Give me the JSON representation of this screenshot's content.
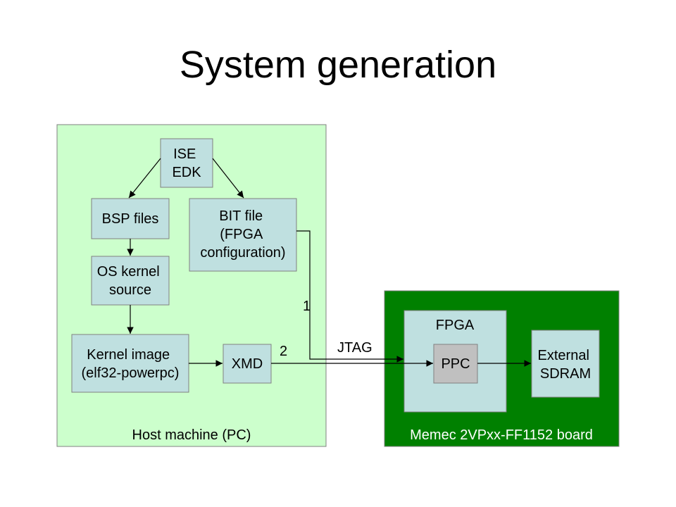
{
  "title": "System generation",
  "colors": {
    "host_fill": "#ccffcc",
    "board_fill": "#008000",
    "box_fill": "#bfe0e0",
    "ppc_fill": "#c0c0c0"
  },
  "host": {
    "label": "Host machine (PC)",
    "ise": [
      "ISE",
      "EDK"
    ],
    "bsp": [
      "BSP files"
    ],
    "bit": [
      "BIT file",
      "(FPGA",
      "configuration)"
    ],
    "os": [
      "OS kernel",
      "source"
    ],
    "kernel": [
      "Kernel image",
      "(elf32-powerpc)"
    ],
    "xmd": [
      "XMD"
    ]
  },
  "board": {
    "label": "Memec 2VPxx-FF1152 board",
    "fpga": "FPGA",
    "ppc": "PPC",
    "sdram": [
      "External",
      "SDRAM"
    ]
  },
  "links": {
    "step1": "1",
    "step2": "2",
    "jtag": "JTAG"
  }
}
